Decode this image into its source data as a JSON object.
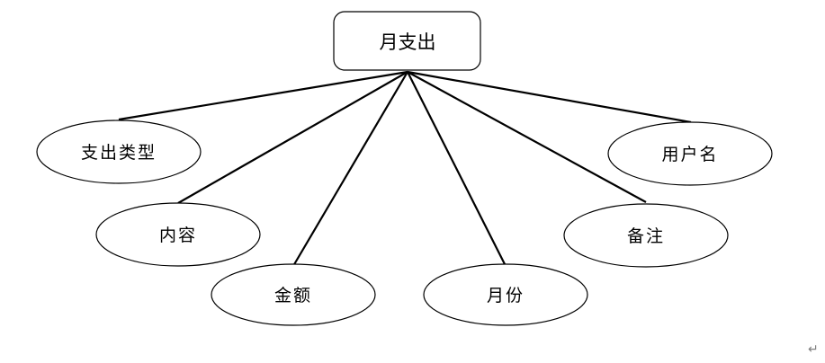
{
  "entity": {
    "id": "entity",
    "label": "月支出"
  },
  "attributes": [
    {
      "id": "attr-zhichu-leixing",
      "label": "支出类型"
    },
    {
      "id": "attr-neirong",
      "label": "内容"
    },
    {
      "id": "attr-jine",
      "label": "金额"
    },
    {
      "id": "attr-yuefen",
      "label": "月份"
    },
    {
      "id": "attr-beizhu",
      "label": "备注"
    },
    {
      "id": "attr-yonghuming",
      "label": "用户名"
    }
  ],
  "paragraph_mark": "↵",
  "colors": {
    "stroke": "#000000",
    "fill": "#ffffff",
    "paragraph_mark": "#7f7f7f"
  }
}
